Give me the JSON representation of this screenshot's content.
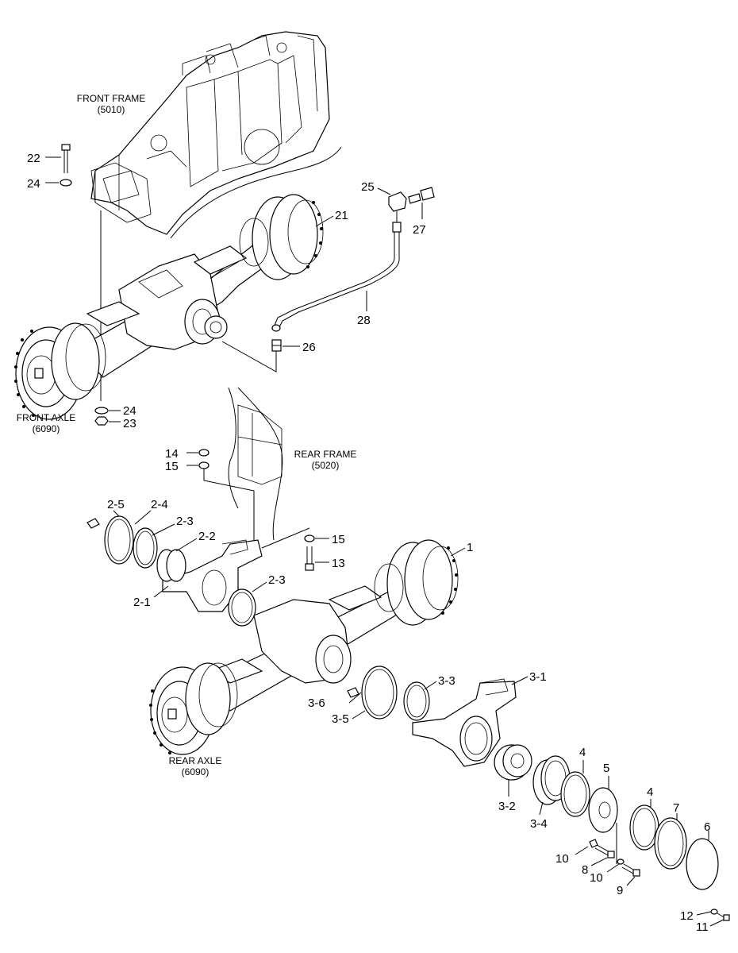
{
  "captions": {
    "front_frame": [
      "FRONT FRAME",
      "(5010)"
    ],
    "front_axle": [
      "FRONT AXLE",
      "(6090)"
    ],
    "rear_frame": [
      "REAR FRAME",
      "(5020)"
    ],
    "rear_axle": [
      "REAR AXLE",
      "(6090)"
    ]
  },
  "callouts": {
    "c22": "22",
    "c24a": "24",
    "c25": "25",
    "c27": "27",
    "c21": "21",
    "c28": "28",
    "c26": "26",
    "c24b": "24",
    "c23": "23",
    "c14": "14",
    "c15a": "15",
    "c2_5": "2-5",
    "c2_4": "2-4",
    "c2_3a": "2-3",
    "c2_2": "2-2",
    "c15b": "15",
    "c13": "13",
    "c2_3b": "2-3",
    "c2_1": "2-1",
    "c1": "1",
    "c3_3": "3-3",
    "c3_1": "3-1",
    "c3_6": "3-6",
    "c3_5": "3-5",
    "c4a": "4",
    "c5": "5",
    "c3_2": "3-2",
    "c3_4": "3-4",
    "c4b": "4",
    "c7": "7",
    "c6": "6",
    "c10a": "10",
    "c8": "8",
    "c10b": "10",
    "c9": "9",
    "c12": "12",
    "c11": "11"
  }
}
